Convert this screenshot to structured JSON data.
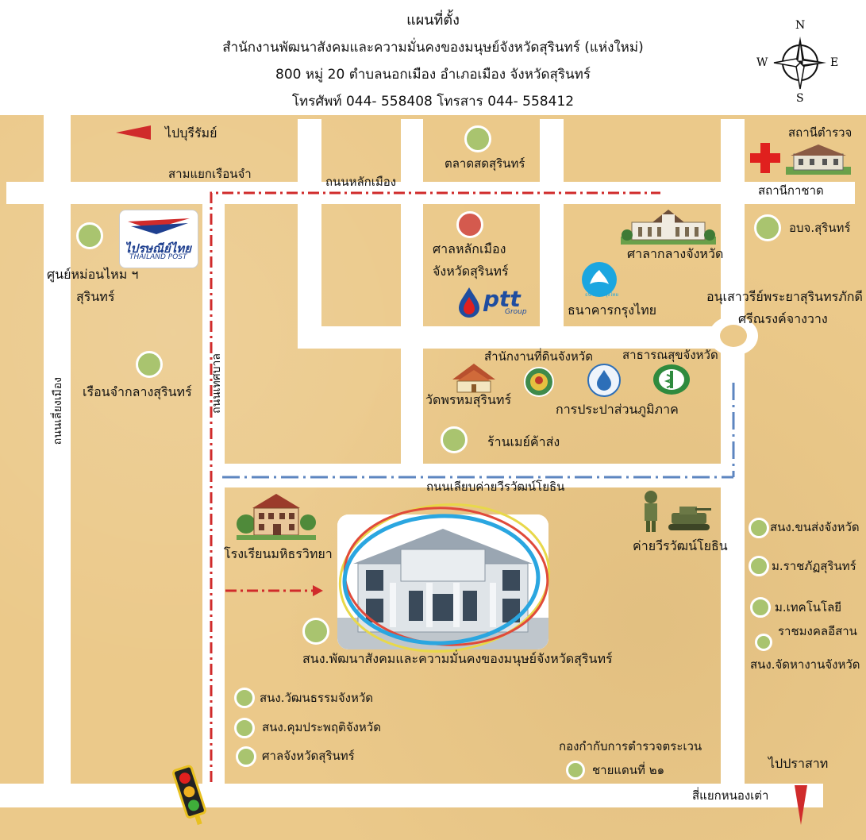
{
  "header": {
    "title": "แผนที่ตั้ง",
    "office": "สำนักงานพัฒนาสังคมและความมั่นคงของมนุษย์จังหวัดสุรินทร์ (แห่งใหม่)",
    "address": "800 หมู่  20  ตำบลนอกเมือง  อำเภอเมือง  จังหวัดสุรินทร์",
    "phone": "โทรศัพท์  044- 558408 โทรสาร  044- 558412"
  },
  "compass": {
    "n": "N",
    "s": "S",
    "e": "E",
    "w": "W"
  },
  "directions": {
    "to_buriram": "ไปบุรีรัมย์",
    "to_prasat": "ไปปราสาท"
  },
  "roads": {
    "sam_yaek": "สามแยกเรือนจำ",
    "lak_mueang": "ถนนหลักเมือง",
    "kha_chat": "สถานีกาชาด",
    "liap_khai": "ถนนเลียบค่ายวีรวัฒน์โยธิน",
    "si_yaek": "สี่แยกหนองเต่า",
    "left_vertical": "ถนนเลี่ยงเมือง",
    "mid_vertical": "ถนนเทศบาล"
  },
  "places": {
    "market": "ตลาดสดสุรินทร์",
    "police": "สถานีตำรวจ",
    "lak_mueang_1": "ศาลหลักเมือง",
    "lak_mueang_2": "จังหวัดสุรินทร์",
    "city_hall": "ศาลากลางจังหวัด",
    "obj": "อบจ.สุรินทร์",
    "silk_center_1": "ศูนย์หม่อนไหม ฯ",
    "silk_center_2": "สุรินทร์",
    "krungthai": "ธนาคารกรุงไทย",
    "monument_1": "อนุเสาวรีย์พระยาสุรินทรภักดี",
    "monument_2": "ศรีณรงค์จางวาง",
    "land_office": "สำนักงานที่ดินจังหวัด",
    "public_health": "สาธารณสุขจังหวัด",
    "prison": "เรือนจำกลางสุรินทร์",
    "wat": "วัดพรหมสุรินทร์",
    "pwa": "การประปาส่วนภูมิภาค",
    "may_store": "ร้านเมย์ค้าส่ง",
    "school": "โรงเรียนมหิธรวิทยา",
    "camp": "ค่ายวีรวัฒน์โยธิน",
    "transport": "สนง.ขนส่งจังหวัด",
    "rajabhat": "ม.ราชภัฏสุรินทร์",
    "rmut_1": "ม.เทคโนโลยี",
    "rmut_2": "ราชมงคลอีสาน",
    "employment": "สนง.จัดหางานจังหวัด",
    "msdhs": "สนง.พัฒนาสังคมและความมั่นคงของมนุษย์จังหวัดสุรินทร์",
    "culture": "สนง.วัฒนธรรมจังหวัด",
    "probation": "สนง.คุมประพฤติจังหวัด",
    "court": "ศาลจังหวัดสุรินทร์",
    "border_police_1": "กองกำกับการตำรวจตระเวน",
    "border_police_2": "ชายแดนที่ ๒๑"
  },
  "logos": {
    "thailand_post_th": "ไปรษณีย์ไทย",
    "thailand_post_en": "THAILAND POST",
    "ptt": "ptt",
    "ptt_group": "Group",
    "krungthai_small": "ธนาคารกรุงไทย"
  },
  "colors": {
    "map_bg": "#ebc98a",
    "road": "#ffffff",
    "green_dot": "#a9c46f",
    "red_dot": "#d45a4e",
    "route_red": "#d02b2b",
    "route_blue": "#5d86c0"
  }
}
